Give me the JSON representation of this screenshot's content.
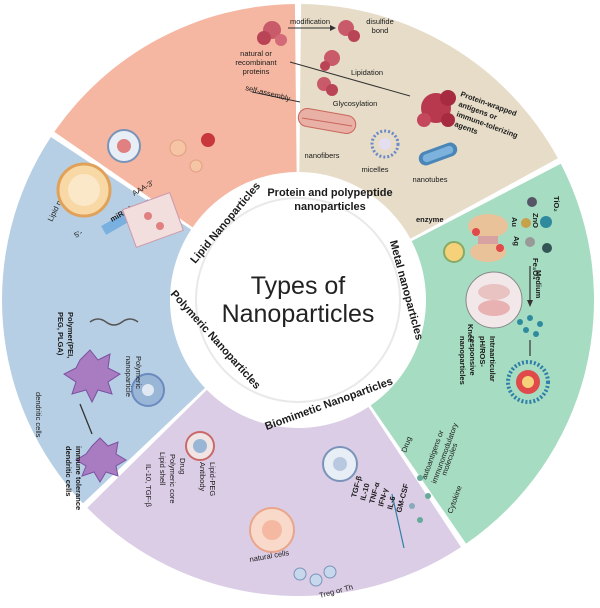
{
  "title": {
    "line1": "Types of",
    "line2": "Nanoparticles"
  },
  "inner_labels": {
    "protein": "Protein and polypeptide",
    "protein2": "nanoparticles",
    "metal": "Metal nanoparticles",
    "biomimetic": "Biomimetic Nanoparticles",
    "polymeric": "Polymeric Nanoparticles",
    "lipid": "Lipid Nanoparticles"
  },
  "protein_panel": {
    "natural": "natural or",
    "recombinant": "recombinant",
    "proteins": "proteins",
    "modification": "modification",
    "disulfide": "disulfide",
    "bond": "bond",
    "lipidation": "Lipidation",
    "glycosylation": "Glycosylation",
    "self_assembly": "self-assembly",
    "wrapped1": "Protein-wrapped",
    "wrapped2": "antigens or",
    "wrapped3": "immune-tolerizing",
    "wrapped4": "agents",
    "nanofibers": "nanofibers",
    "micelles": "micelles",
    "nanotubes": "nanotubes"
  },
  "metal_panel": {
    "tio2": "TiO₂",
    "zno": "ZnO",
    "au": "Au",
    "ag": "Ag",
    "fe3o4": "Fe₃O₄",
    "enzyme": "enzyme",
    "medium": "Medium",
    "knee": "Knee",
    "responsive1": "pH/ROS-",
    "responsive2": "responsive",
    "responsive3": "nanoparticles",
    "intra": "Intraarticular"
  },
  "biomimetic_panel": {
    "drug": "Drug",
    "autoantigens": "autoantigens or",
    "immunomod": "immunomodulatory",
    "molecules": "molecules",
    "cytokine": "Cytokine",
    "natural_cells": "natural cells",
    "treg": "Treg or Th",
    "cytokines": [
      "TGF-β",
      "IL-10",
      "TNF-α",
      "IFN-γ",
      "IL-6",
      "GM-CSF"
    ]
  },
  "polymeric_panel": {
    "polymer1": "Polymer(PEI,",
    "polymer2": "PEG, PLGA)",
    "polymeric_np1": "Polymeric",
    "polymeric_np2": "nanoparticle",
    "dendritic": "dendritic cells",
    "immune1": "immune tolerance",
    "immune2": "dendritic cells",
    "il10": "IL-10, TGF-β",
    "lipid_shell": "Lipid shell",
    "poly_core": "Polymeric core",
    "drug": "Drug",
    "antibody": "Antibody",
    "lipid_peg": "Lipid-PEG"
  },
  "lipid_panel": {
    "lnp": "Lipid nanoparticle",
    "mirna": "miRNA",
    "aaa": "AAA-3'",
    "five": "5'-"
  },
  "colors": {
    "protein": "#e6dcc8",
    "metal": "#a6dcc2",
    "biomimetic": "#dccde6",
    "polymeric": "#b7cfe4",
    "lipid": "#f5b7a2",
    "protein_label": "#d9cdb6",
    "metal_label": "#93d1b4",
    "biomimetic_label": "#cfbcdc",
    "polymeric_label": "#a5c2dc",
    "lipid_label": "#f0a48c"
  }
}
